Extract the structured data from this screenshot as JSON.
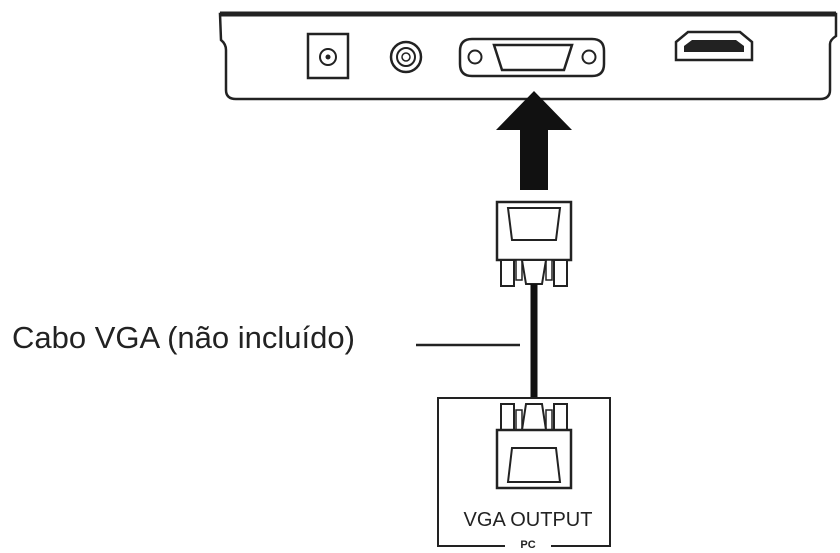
{
  "cable": {
    "label": "Cabo VGA (não incluído)"
  },
  "pc": {
    "port_label": "VGA OUTPUT",
    "device_label": "PC"
  },
  "monitor": {
    "ports": [
      "power-dc-jack-icon",
      "audio-jack-icon",
      "vga-port-icon",
      "hdmi-port-icon"
    ]
  },
  "colors": {
    "line": "#222222",
    "background": "#ffffff",
    "connector_fill": "#ffffff"
  }
}
